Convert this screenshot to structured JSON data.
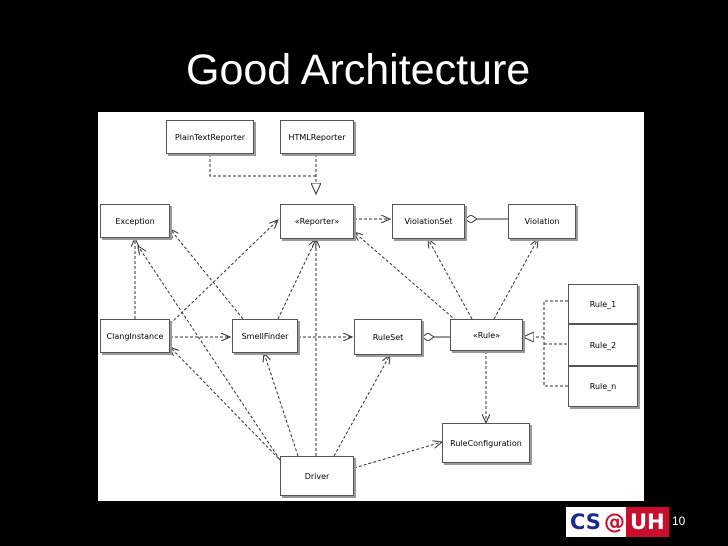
{
  "slide": {
    "title": "Good Architecture",
    "page_number": "10"
  },
  "logo": {
    "cs": "CS",
    "at": "@",
    "uh": "UH"
  },
  "diagram": {
    "nodes": {
      "plaintextreporter": "PlainTextReporter",
      "htmlreporter": "HTMLReporter",
      "exception": "Exception",
      "reporter": "«Reporter»",
      "violationset": "ViolationSet",
      "violation": "Violation",
      "rule_1": "Rule_1",
      "clanginstance": "ClangInstance",
      "smellfinder": "SmellFinder",
      "ruleset": "RuleSet",
      "rule": "«Rule»",
      "rule_2": "Rule_2",
      "rule_n": "Rule_n",
      "ruleconfiguration": "RuleConfiguration",
      "driver": "Driver"
    }
  },
  "colors": {
    "background": "#000000",
    "title": "#ffffff",
    "canvas": "#ffffff",
    "line": "#333333"
  }
}
